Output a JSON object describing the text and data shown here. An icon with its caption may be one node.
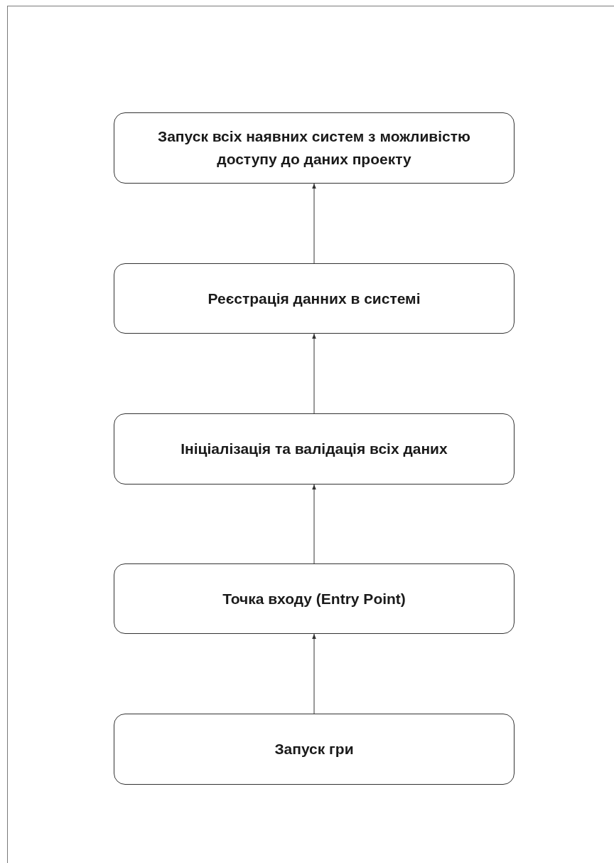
{
  "diagram": {
    "nodes": [
      {
        "text": [
          "Запуск всіх наявних систем з можливістю доступу до даних проекту"
        ]
      },
      {
        "text": [
          "Реєстрація данних в системі"
        ]
      },
      {
        "text": [
          "Ініціалізація та валідація всіх даних"
        ]
      },
      {
        "text": [
          "Точка входу (Entry Point)"
        ]
      },
      {
        "text": [
          "Запуск гри"
        ]
      }
    ],
    "edges": [
      {
        "from": 4,
        "to": 3,
        "arrow": "to"
      },
      {
        "from": 3,
        "to": 2,
        "arrow": "to"
      },
      {
        "from": 2,
        "to": 1,
        "arrow": "to"
      },
      {
        "from": 1,
        "to": 0,
        "arrow": "to"
      }
    ]
  }
}
